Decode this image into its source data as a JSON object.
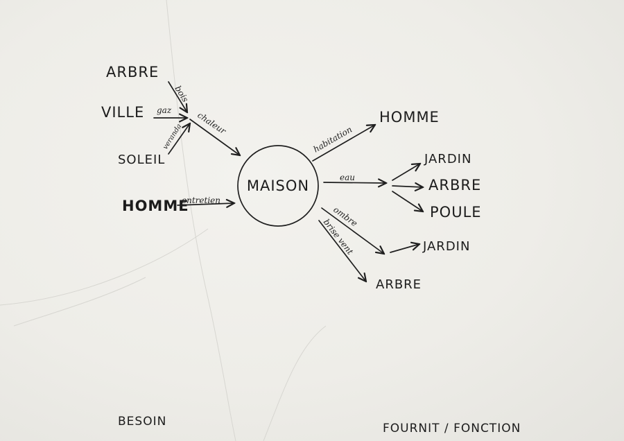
{
  "center": "MAISON",
  "left_nodes": {
    "arbre": "ARBRE",
    "ville": "VILLE",
    "soleil": "SOLEIL",
    "homme": "HOMME"
  },
  "right_nodes": {
    "homme": "HOMME",
    "jardin_1": "JARDIN",
    "arbre_1": "ARBRE",
    "poule": "POULE",
    "jardin_2": "JARDIN",
    "arbre_2": "ARBRE"
  },
  "edge_labels": {
    "bois": "bois",
    "gaz": "gaz",
    "veranda": "veranda",
    "chaleur": "chaleur",
    "entretien": "entretien",
    "habitation": "habitation",
    "eau": "eau",
    "ombre": "ombre",
    "brise_vent": "brise vent"
  },
  "footer": {
    "left": "BESOIN",
    "right": "FOURNIT / FONCTION"
  }
}
